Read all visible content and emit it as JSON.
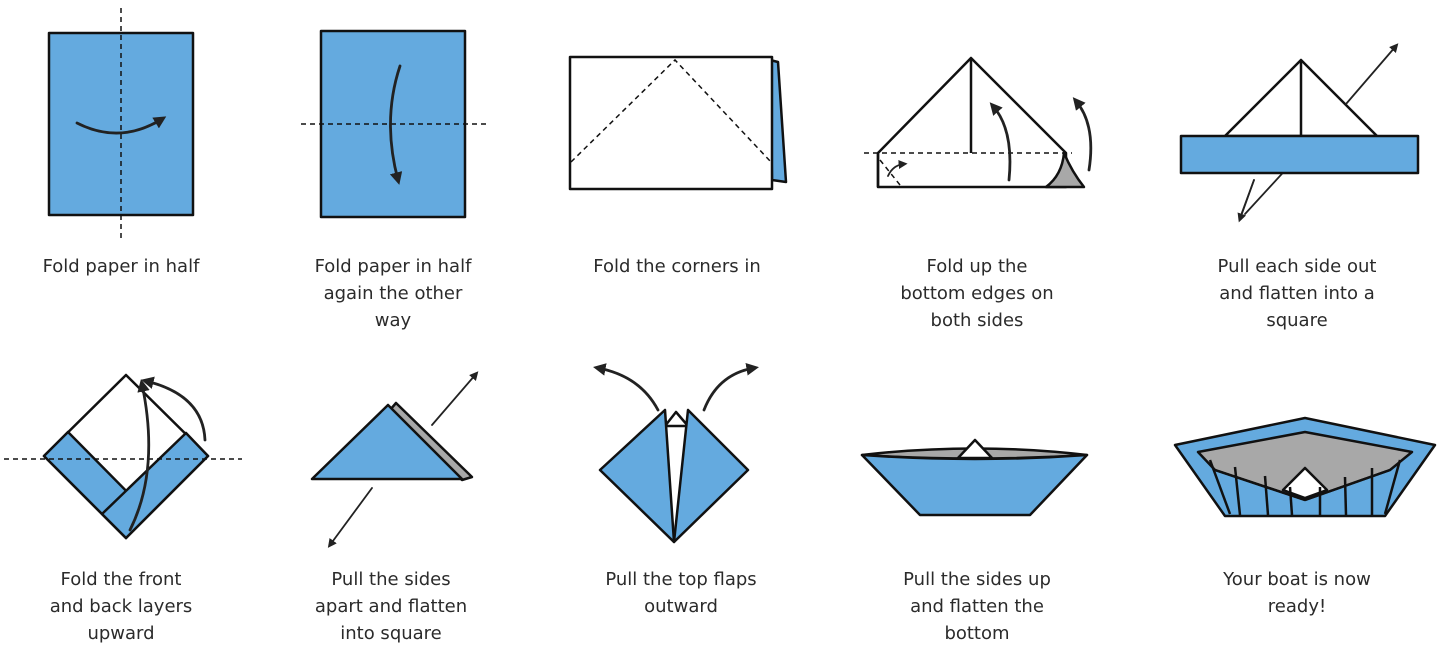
{
  "steps": [
    {
      "caption": "Fold paper in half"
    },
    {
      "caption": "Fold paper in half\nagain the other\nway"
    },
    {
      "caption": "Fold the corners in"
    },
    {
      "caption": "Fold up the\nbottom edges on\nboth sides"
    },
    {
      "caption": "Pull each side out\nand flatten into a\nsquare"
    },
    {
      "caption": "Fold the front\nand back layers\nupward"
    },
    {
      "caption": "Pull the sides\napart and flatten\ninto square"
    },
    {
      "caption": "Pull the top flaps\noutward"
    },
    {
      "caption": "Pull the sides up\nand flatten the\nbottom"
    },
    {
      "caption": "Your boat is now\nready!"
    }
  ],
  "colors": {
    "paper_blue": "#64aadf",
    "shadow_gray": "#a8a8a8",
    "outline": "#111111"
  }
}
